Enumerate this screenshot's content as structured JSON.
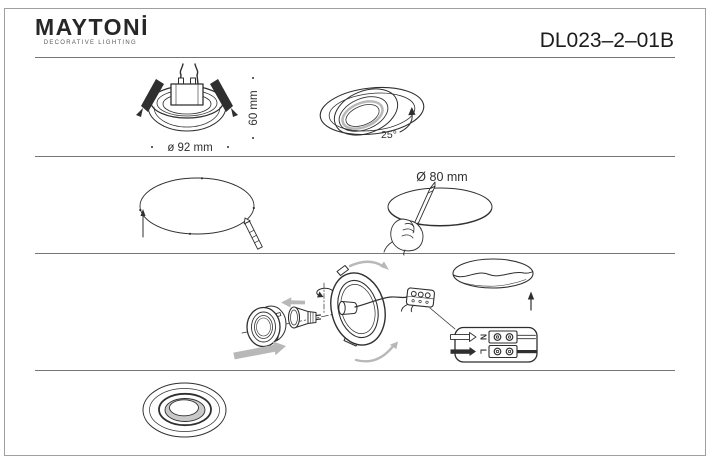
{
  "header": {
    "brand": "MAYTONİ",
    "brand_subtitle": "DECORATIVE LIGHTING",
    "product_code": "DL023–2–01B"
  },
  "spec_section": {
    "diameter_label": "ø 92 mm",
    "height_label": "60 mm",
    "tilt_angle_label": "25°"
  },
  "cutout_section": {
    "hole_diameter_label": "Ø 80 mm"
  },
  "assembly_section": {
    "terminal_neutral_label": "N",
    "terminal_line_label": "L"
  },
  "colors": {
    "line": "#2f2f2f",
    "arrow_gray": "#b8b8b8",
    "divider_gray": "#767676",
    "shade_gray": "#c9c9c9"
  }
}
